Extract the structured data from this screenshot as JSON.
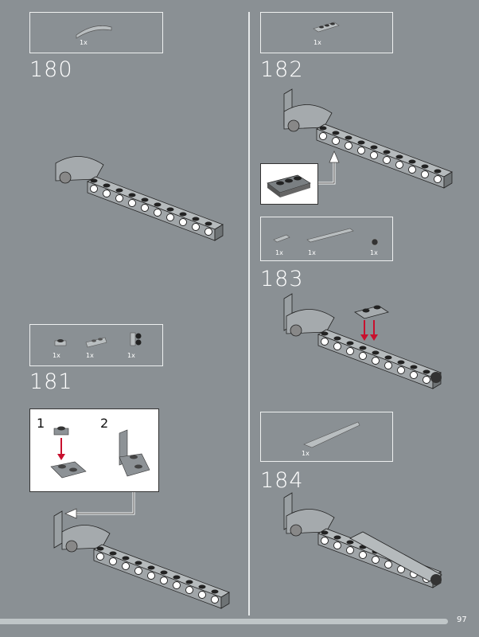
{
  "page_number": "97",
  "steps": [
    {
      "number": "180",
      "parts": [
        {
          "qty": "1x",
          "icon": "curved-slope-part"
        }
      ]
    },
    {
      "number": "181",
      "parts": [
        {
          "qty": "1x",
          "icon": "plate-1x1-part"
        },
        {
          "qty": "1x",
          "icon": "inverted-slope-plate-part"
        },
        {
          "qty": "1x",
          "icon": "bracket-part"
        }
      ],
      "substeps": [
        "1",
        "2"
      ]
    },
    {
      "number": "182",
      "parts": [
        {
          "qty": "1x",
          "icon": "plate-1x3-part"
        }
      ]
    },
    {
      "number": "183",
      "parts": [
        {
          "qty": "1x",
          "icon": "plate-1x2-part"
        },
        {
          "qty": "1x",
          "icon": "plate-1x6-part"
        },
        {
          "qty": "1x",
          "icon": "round-plate-part"
        }
      ]
    },
    {
      "number": "184",
      "parts": [
        {
          "qty": "1x",
          "icon": "wedge-slope-part"
        }
      ]
    }
  ],
  "colors": {
    "background": "#8a9094",
    "arrow": "#c8102e",
    "brick": "#a0a5a8",
    "brick_dark": "#6e7375",
    "stud": "#222222"
  }
}
